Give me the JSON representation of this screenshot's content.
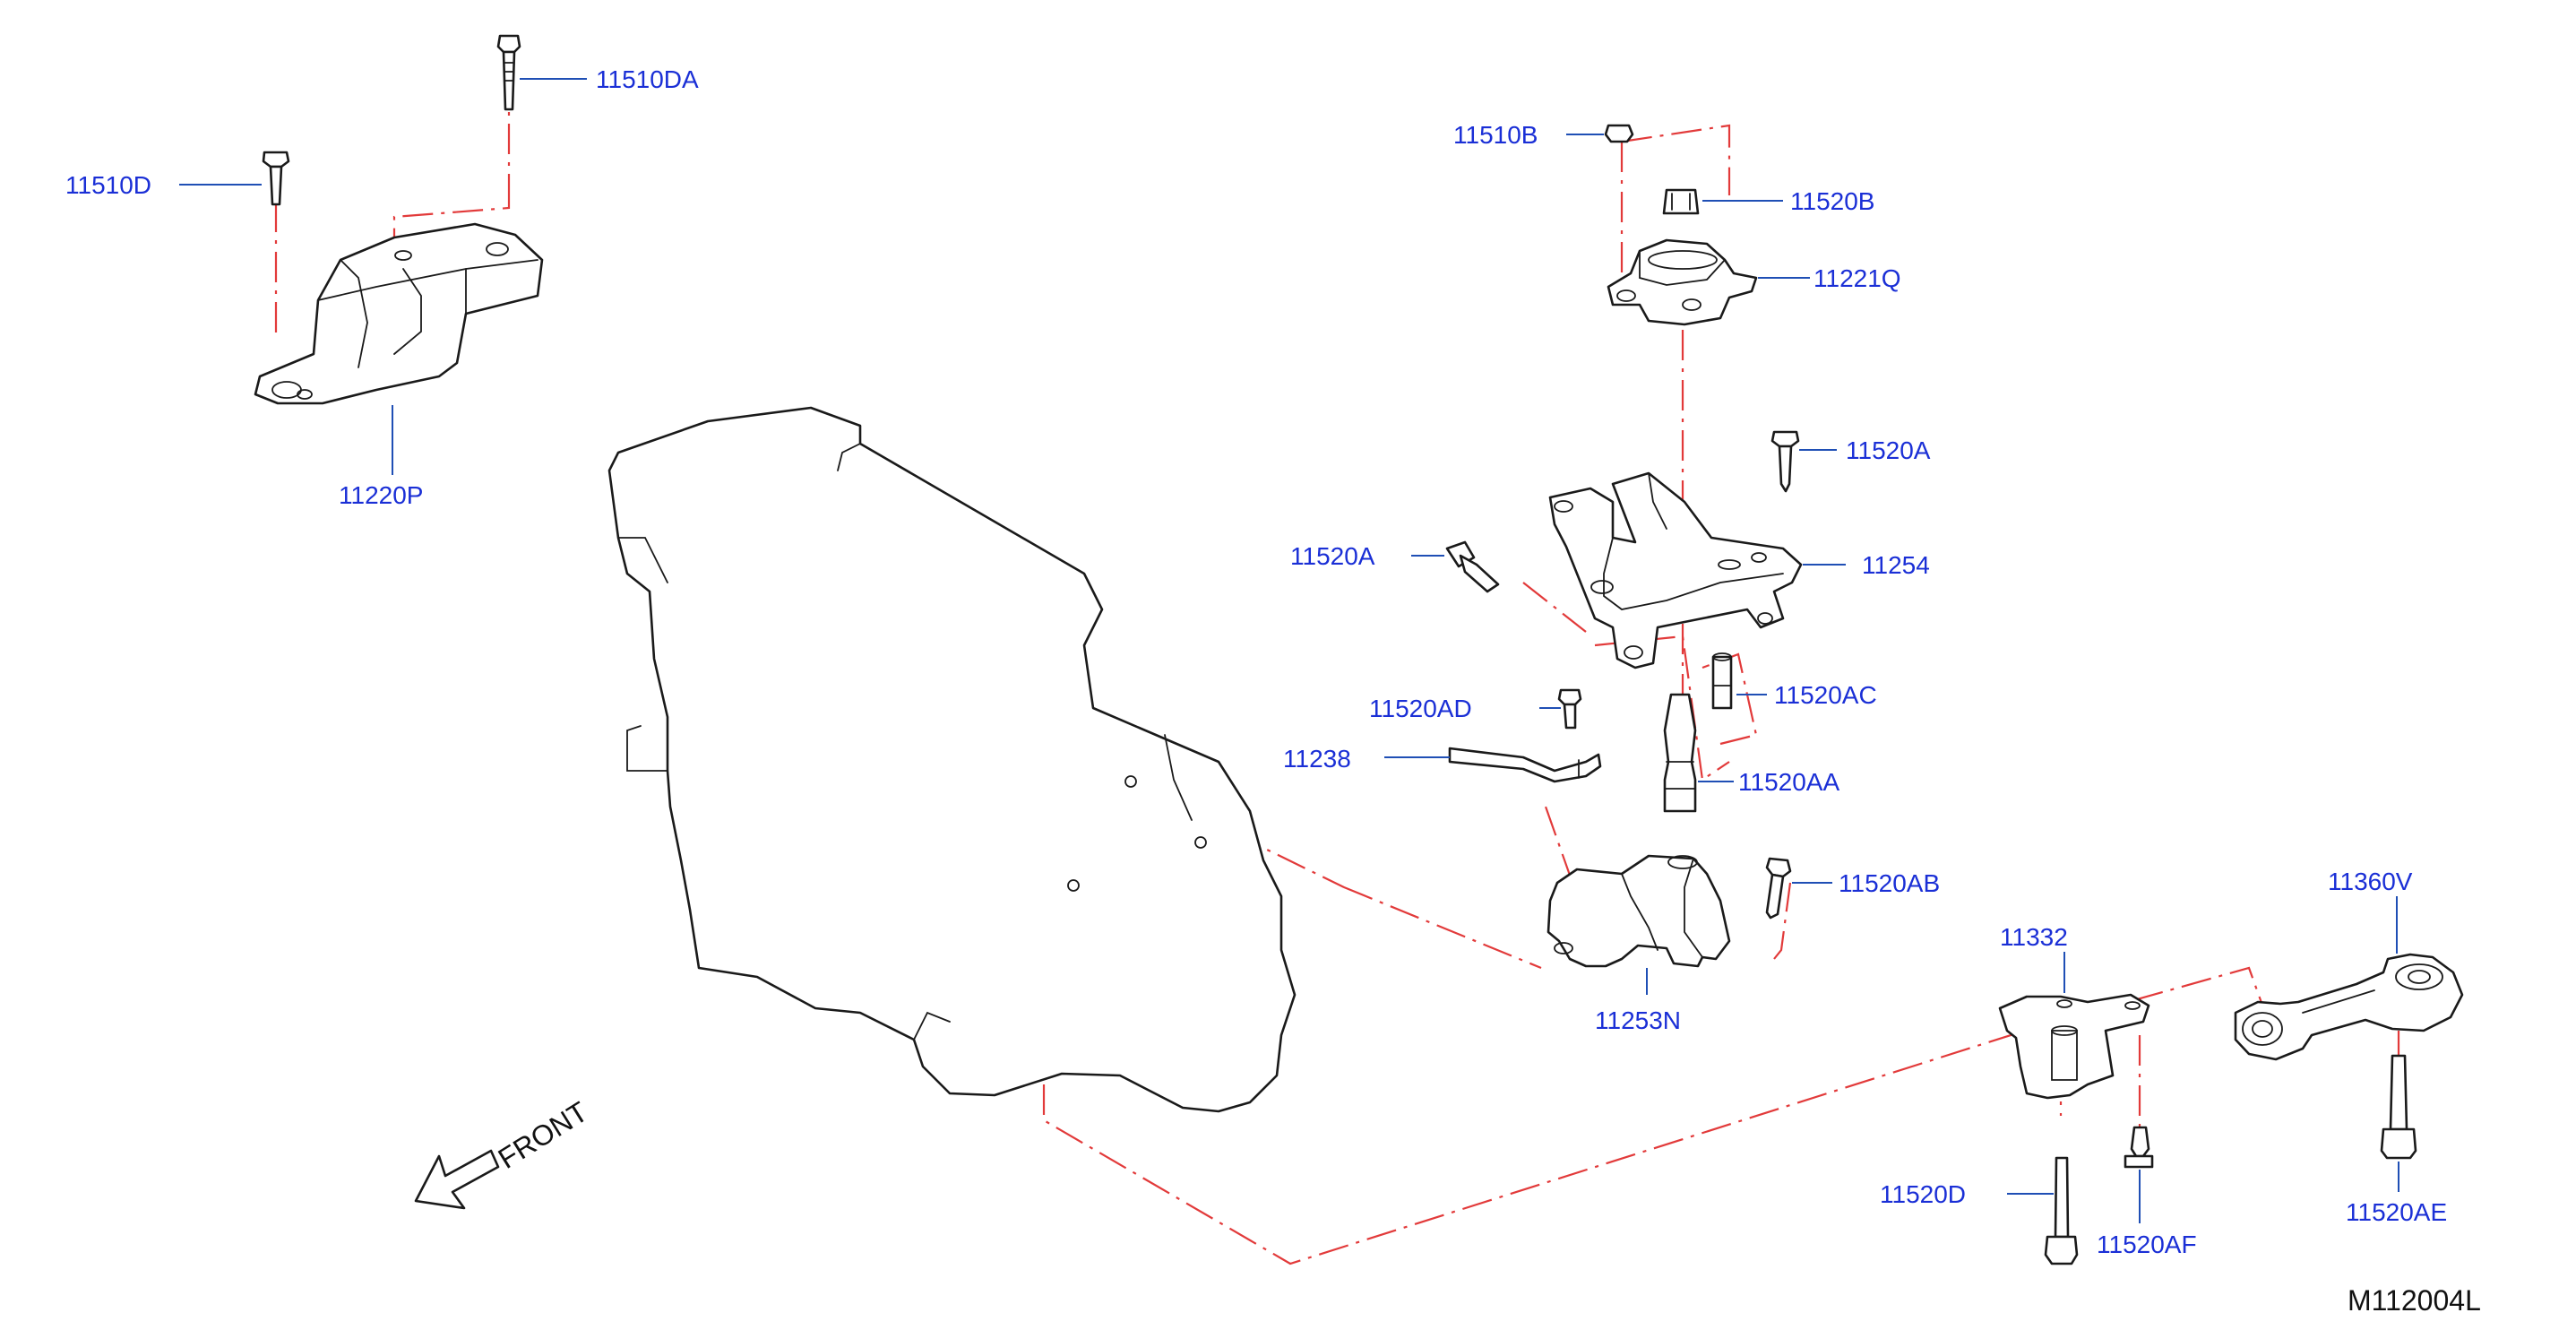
{
  "labels": {
    "p11510DA": "11510DA",
    "p11510D": "11510D",
    "p11220P": "11220P",
    "p11510B": "11510B",
    "p11520B": "11520B",
    "p11221Q": "11221Q",
    "p11520A_right": "11520A",
    "p11520A_left": "11520A",
    "p11254": "11254",
    "p11520AD": "11520AD",
    "p11520AC": "11520AC",
    "p11238": "11238",
    "p11520AA": "11520AA",
    "p11520AB": "11520AB",
    "p11253N": "11253N",
    "p11332": "11332",
    "p11360V": "11360V",
    "p11520D": "11520D",
    "p11520AF": "11520AF",
    "p11520AE": "11520AE"
  },
  "front_label": "FRONT",
  "figure_id": "M112004L",
  "colors": {
    "label_blue": "#1a2fd6",
    "leader_blue": "#1f4fb5",
    "centerline_red": "#e23a3a",
    "outline": "#1a1a1a"
  }
}
